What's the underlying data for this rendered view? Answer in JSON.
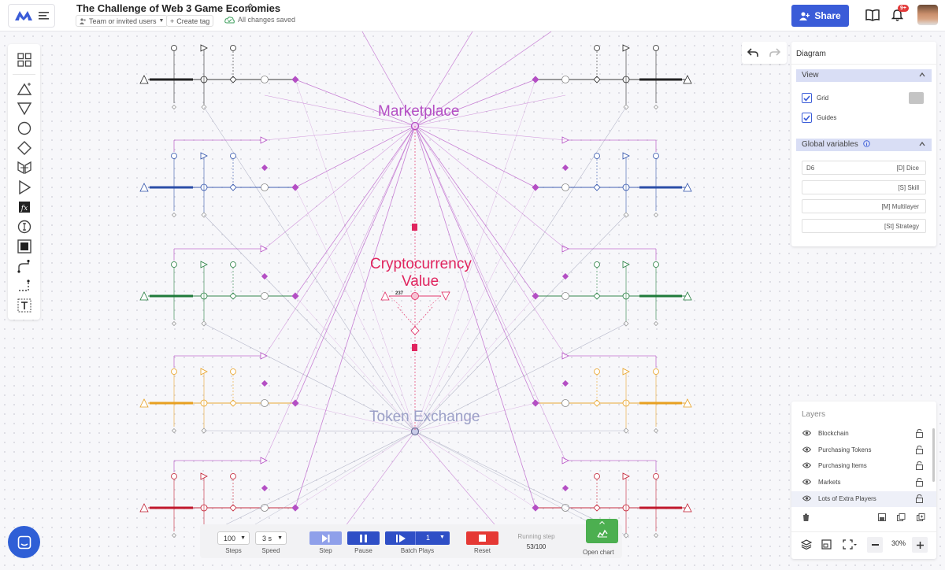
{
  "header": {
    "title": "The Challenge of Web 3 Game Economies",
    "team_label": "Team or invited users",
    "tag_label": "Create tag",
    "saved_label": "All changes saved",
    "share_label": "Share",
    "notifications": "9+"
  },
  "canvas": {
    "labels": {
      "marketplace": "Marketplace",
      "crypto_line1": "Cryptocurrency",
      "crypto_line2": "Value",
      "token_exchange": "Token Exchange"
    },
    "colors": {
      "purple": "#b44fc4",
      "magenta": "#e0245e",
      "gray": "#9ca0b8",
      "blue": "#2b4ea8",
      "green": "#1f7a3a",
      "orange": "#e8a020",
      "red": "#c0182c",
      "black": "#222222"
    },
    "center_value": "237"
  },
  "diagram_panel": {
    "title": "Diagram",
    "view_header": "View",
    "grid_label": "Grid",
    "guides_label": "Guides",
    "grid_checked": true,
    "guides_checked": true,
    "global_vars_header": "Global variables",
    "variables": [
      {
        "value": "D6",
        "name": "[D] Dice"
      },
      {
        "value": "",
        "name": "[S] Skill"
      },
      {
        "value": "",
        "name": "[M] Multilayer"
      },
      {
        "value": "",
        "name": "[St] Strategy"
      }
    ]
  },
  "layers_panel": {
    "title": "Layers",
    "items": [
      {
        "label": "Blockchain",
        "selected": false
      },
      {
        "label": "Purchasing Tokens",
        "selected": false
      },
      {
        "label": "Purchasing Items",
        "selected": false
      },
      {
        "label": "Markets",
        "selected": false
      },
      {
        "label": "Lots of Extra Players",
        "selected": true
      }
    ],
    "zoom": "30%"
  },
  "playbar": {
    "steps_value": "100",
    "steps_label": "Steps",
    "speed_value": "3 s",
    "speed_label": "Speed",
    "step_label": "Step",
    "pause_label": "Pause",
    "batch_value": "1",
    "batch_label": "Batch Plays",
    "reset_label": "Reset",
    "running_label": "Running step",
    "running_value": "53/100",
    "open_chart_label": "Open chart"
  }
}
